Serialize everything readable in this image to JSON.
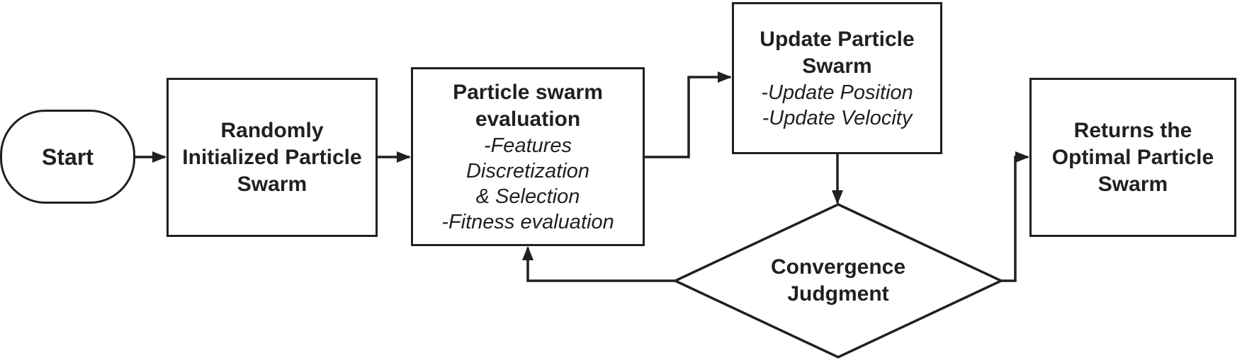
{
  "colors": {
    "background": "#ffffff",
    "stroke": "#221f1f",
    "text": "#221f1f"
  },
  "diagram": {
    "type": "flowchart",
    "nodes": {
      "start": {
        "shape": "terminator",
        "label": "Start"
      },
      "randomly_initialized": {
        "shape": "process",
        "lines": [
          "Randomly",
          "Initialized Particle",
          "Swarm"
        ]
      },
      "particle_swarm_evaluation": {
        "shape": "process",
        "title_lines": [
          "Particle swarm",
          "evaluation"
        ],
        "detail_lines": [
          "-Features",
          "Discretization",
          "& Selection",
          "-Fitness evaluation"
        ]
      },
      "update_particle_swarm": {
        "shape": "process",
        "title_lines": [
          "Update Particle",
          "Swarm"
        ],
        "detail_lines": [
          "-Update Position",
          "-Update Velocity"
        ]
      },
      "convergence_judgment": {
        "shape": "decision",
        "lines": [
          "Convergence",
          "Judgment"
        ]
      },
      "returns_optimal": {
        "shape": "process",
        "lines": [
          "Returns the",
          "Optimal Particle",
          "Swarm"
        ]
      }
    },
    "edges": [
      {
        "from": "start",
        "to": "randomly_initialized"
      },
      {
        "from": "randomly_initialized",
        "to": "particle_swarm_evaluation"
      },
      {
        "from": "particle_swarm_evaluation",
        "to": "update_particle_swarm"
      },
      {
        "from": "update_particle_swarm",
        "to": "convergence_judgment"
      },
      {
        "from": "convergence_judgment",
        "to": "particle_swarm_evaluation"
      },
      {
        "from": "convergence_judgment",
        "to": "returns_optimal"
      }
    ]
  }
}
